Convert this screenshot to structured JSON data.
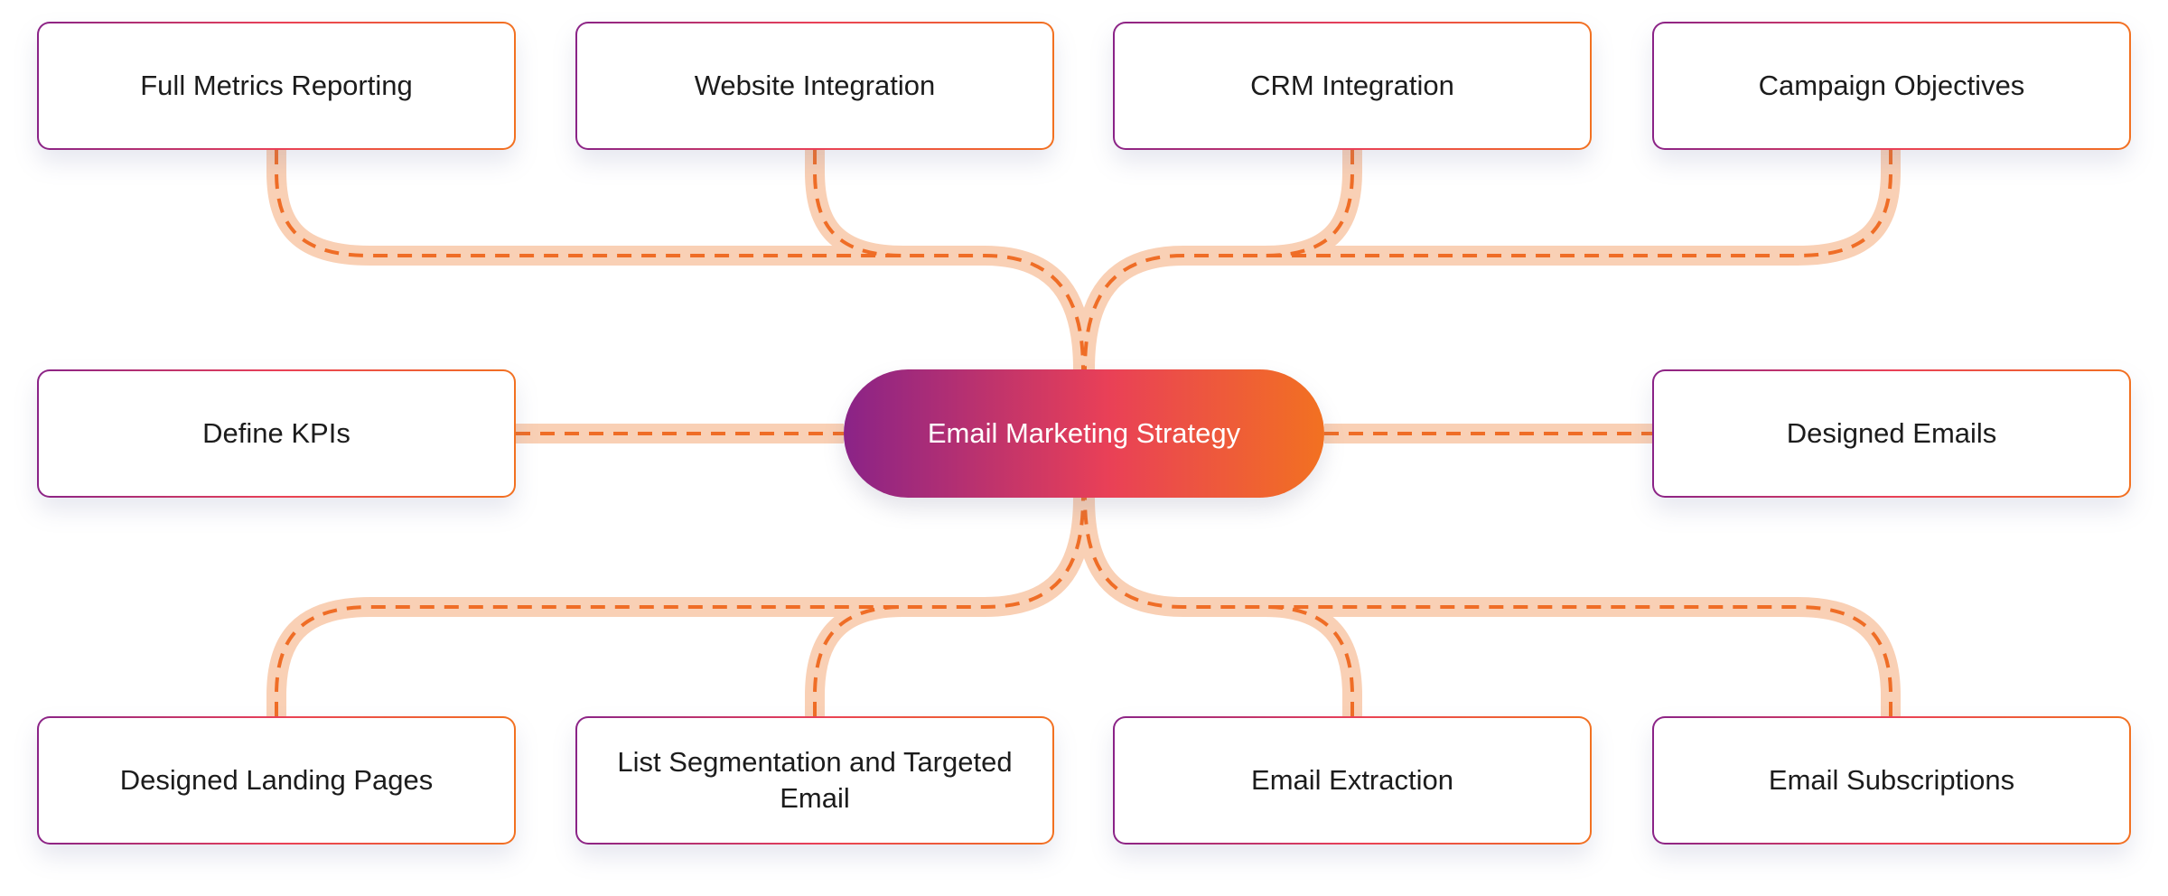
{
  "center": {
    "label": "Email Marketing Strategy"
  },
  "nodes": {
    "top": [
      "Full Metrics Reporting",
      "Website Integration",
      "CRM Integration",
      "Campaign Objectives"
    ],
    "middle": [
      "Define KPIs",
      "Designed Emails"
    ],
    "bottom": [
      "Designed Landing Pages",
      "List Segmentation and Targeted Email",
      "Email Extraction",
      "Email Subscriptions"
    ]
  },
  "colors": {
    "gradient_start": "#8a2387",
    "gradient_mid": "#e94057",
    "gradient_end": "#f27121",
    "road": "#f9d0b5",
    "road_dash": "#ef6d26"
  }
}
